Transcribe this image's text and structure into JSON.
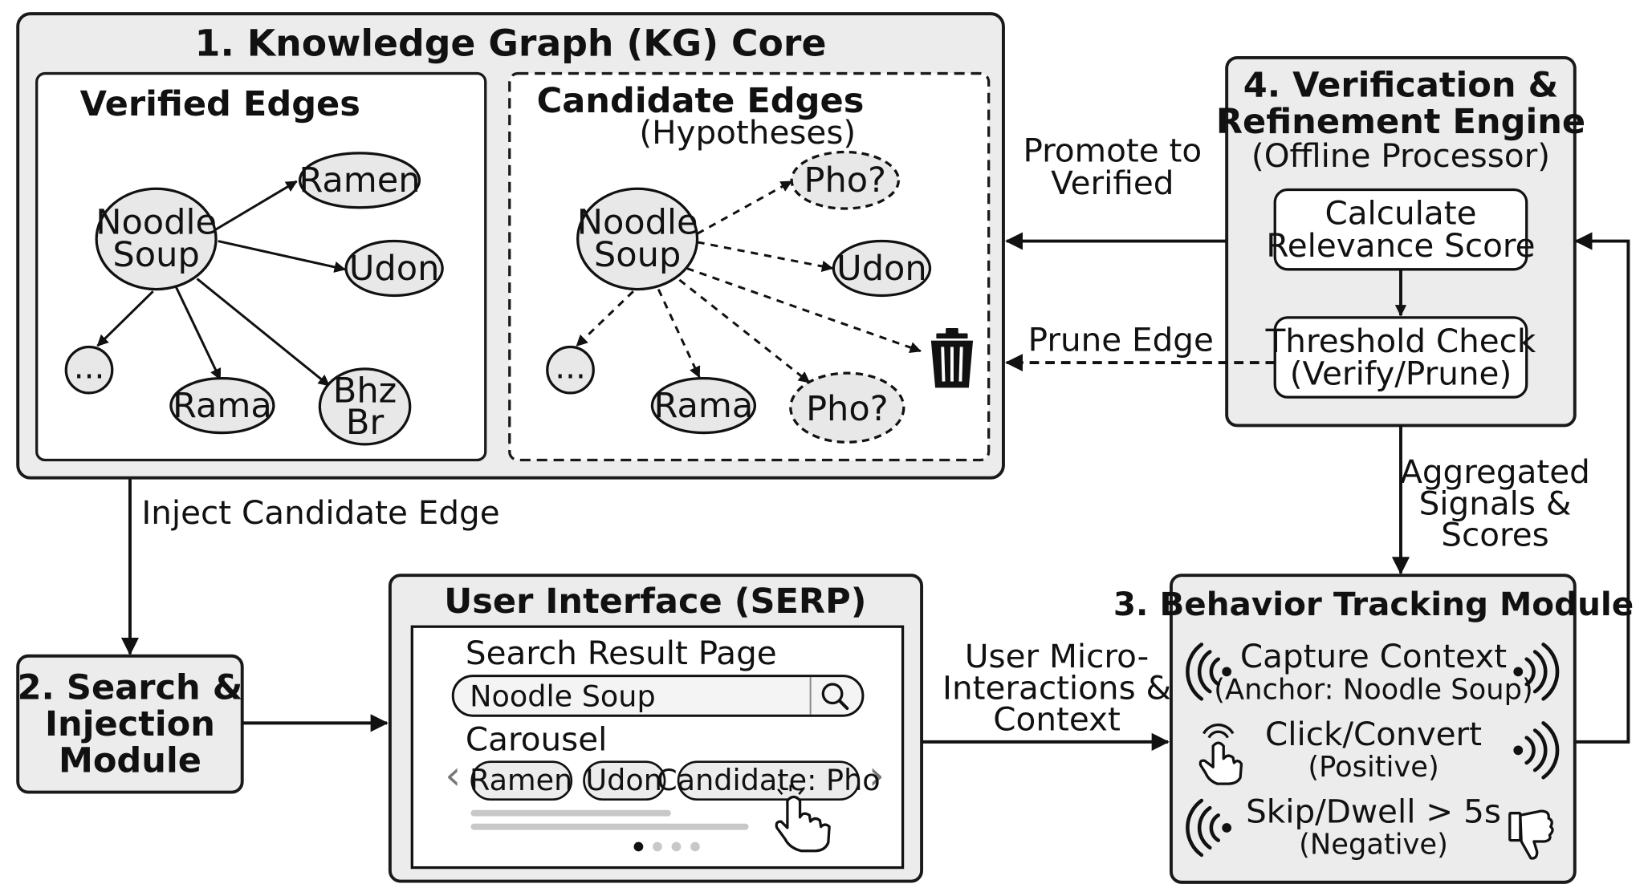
{
  "kg": {
    "title": "1. Knowledge Graph (KG) Core",
    "verified": {
      "title": "Verified Edges",
      "hub": [
        "Noodle",
        "Soup"
      ],
      "nodes": {
        "ramen": "Ramen",
        "udon": "Udon",
        "more": "...",
        "rama": "Rama",
        "bhz": [
          "Bhz",
          "Br"
        ]
      }
    },
    "candidate": {
      "title": "Candidate Edges",
      "subtitle": "(Hypotheses)",
      "hub": [
        "Noodle",
        "Soup"
      ],
      "nodes": {
        "pho_top": "Pho?",
        "udon": "Udon",
        "more": "...",
        "rama": "Rama",
        "pho_bottom": "Pho?"
      }
    },
    "trash_icon": "trash-icon"
  },
  "search_module": {
    "title": [
      "2. Search &",
      "Injection",
      "Module"
    ]
  },
  "serp": {
    "title": "User Interface (SERP)",
    "page_label": "Search Result Page",
    "search_value": "Noodle Soup",
    "carousel_label": "Carousel",
    "pills": [
      "Ramen",
      "Udon",
      "Candidate: Pho"
    ],
    "arrow_left": "‹",
    "arrow_right": "›"
  },
  "behavior": {
    "title": "3. Behavior Tracking Module",
    "rows": [
      {
        "line1": "Capture Context",
        "line2": "(Anchor: Noodle Soup)"
      },
      {
        "line1": "Click/Convert",
        "line2": "(Positive)"
      },
      {
        "line1": "Skip/Dwell > 5s",
        "line2": "(Negative)"
      }
    ]
  },
  "verification": {
    "title": [
      "4. Verification &",
      "Refinement Engine"
    ],
    "subtitle": "(Offline Processor)",
    "step1": [
      "Calculate",
      "Relevance Score"
    ],
    "step2": [
      "Threshold Check",
      "(Verify/Prune)"
    ]
  },
  "edges": {
    "promote": [
      "Promote to",
      "Verified"
    ],
    "prune": "Prune Edge",
    "inject": "Inject Candidate Edge",
    "aggregated": [
      "Aggregated",
      "Signals &",
      "Scores"
    ],
    "micro": [
      "User Micro-",
      "Interactions &",
      "Context"
    ]
  }
}
